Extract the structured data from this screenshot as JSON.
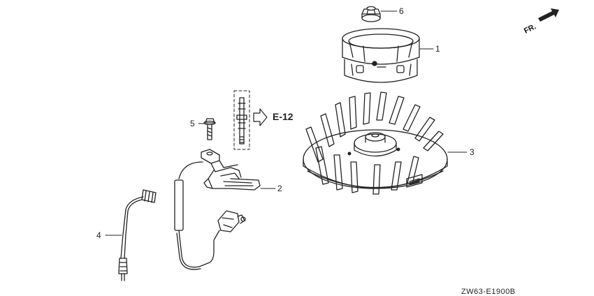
{
  "callouts": {
    "p1": "1",
    "p2": "2",
    "p3": "3",
    "p4": "4",
    "p5": "5",
    "p6": "6"
  },
  "reference": "E-12",
  "direction": "FR.",
  "drawing_code": "ZW63-E1900B",
  "colors": {
    "line": "#222222",
    "background": "#ffffff"
  }
}
